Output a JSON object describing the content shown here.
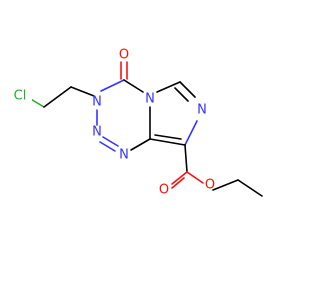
{
  "molecule": {
    "atoms": {
      "cl": "Cl",
      "n3": "N",
      "o_carbonyl": "O",
      "n_bridge": "N",
      "n_imidazole": "N",
      "n2": "N",
      "n1": "N",
      "o_ester_carbonyl": "O",
      "o_ester": "O"
    },
    "colors": {
      "carbon": "#000000",
      "nitrogen": "#3333ff",
      "oxygen": "#ff0d0d",
      "chlorine": "#1fb21f"
    }
  }
}
